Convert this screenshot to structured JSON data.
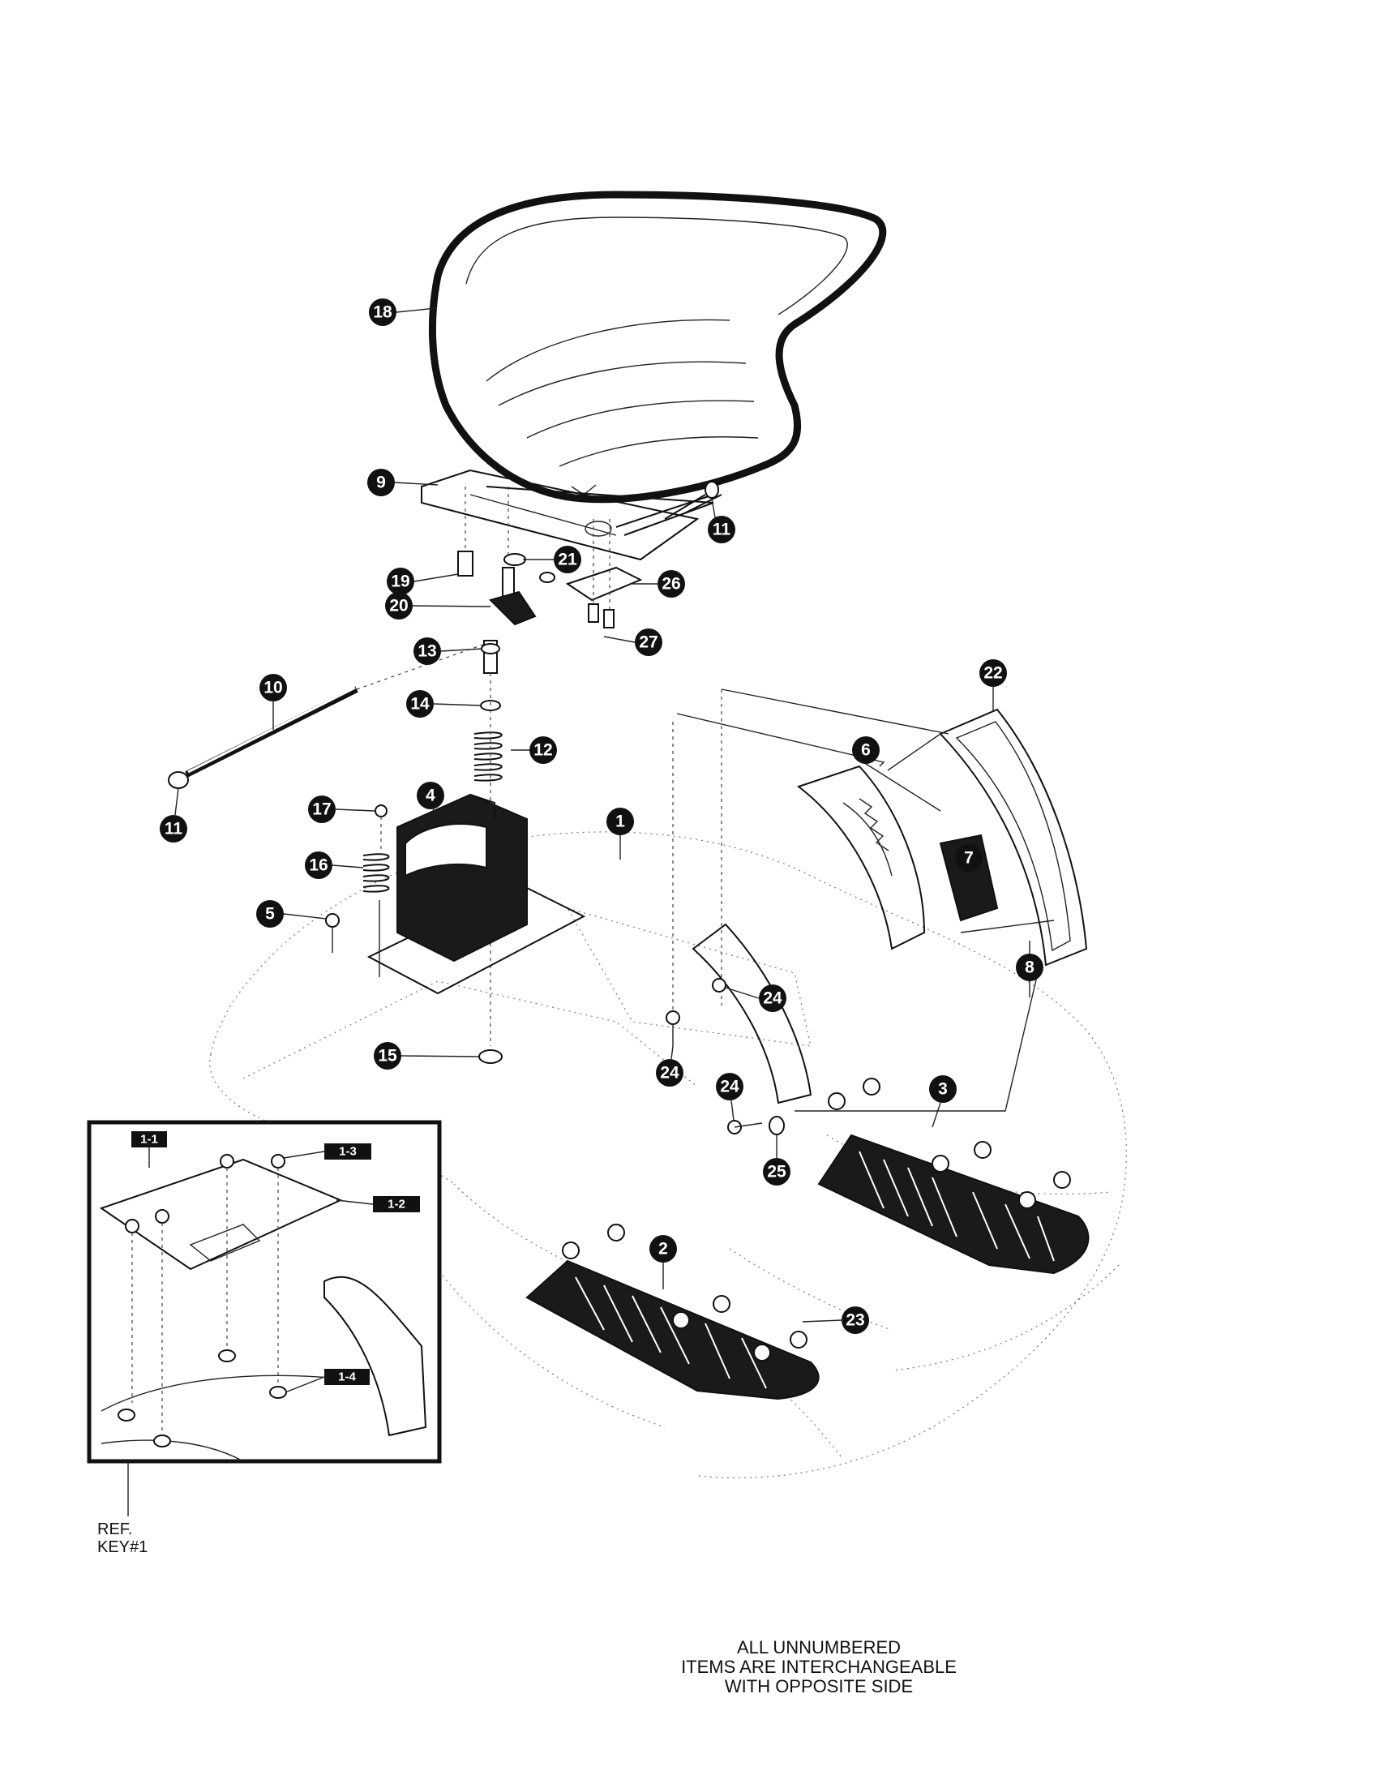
{
  "callouts": [
    {
      "id": "c18",
      "label": "18"
    },
    {
      "id": "c9",
      "label": "9"
    },
    {
      "id": "c11a",
      "label": "11"
    },
    {
      "id": "c21",
      "label": "21"
    },
    {
      "id": "c19",
      "label": "19"
    },
    {
      "id": "c26",
      "label": "26"
    },
    {
      "id": "c20",
      "label": "20"
    },
    {
      "id": "c27",
      "label": "27"
    },
    {
      "id": "c13",
      "label": "13"
    },
    {
      "id": "c10",
      "label": "10"
    },
    {
      "id": "c14",
      "label": "14"
    },
    {
      "id": "c12",
      "label": "12"
    },
    {
      "id": "c11b",
      "label": "11"
    },
    {
      "id": "c17",
      "label": "17"
    },
    {
      "id": "c4",
      "label": "4"
    },
    {
      "id": "c1",
      "label": "1"
    },
    {
      "id": "c16",
      "label": "16"
    },
    {
      "id": "c5",
      "label": "5"
    },
    {
      "id": "c15",
      "label": "15"
    },
    {
      "id": "c22",
      "label": "22"
    },
    {
      "id": "c6",
      "label": "6"
    },
    {
      "id": "c7",
      "label": "7"
    },
    {
      "id": "c8",
      "label": "8"
    },
    {
      "id": "c24a",
      "label": "24"
    },
    {
      "id": "c24b",
      "label": "24"
    },
    {
      "id": "c24c",
      "label": "24"
    },
    {
      "id": "c3",
      "label": "3"
    },
    {
      "id": "c25",
      "label": "25"
    },
    {
      "id": "c2",
      "label": "2"
    },
    {
      "id": "c23",
      "label": "23"
    }
  ],
  "inset_tags": [
    "1-1",
    "1-3",
    "1-2",
    "1-4"
  ],
  "ref_note": {
    "line1": "REF.",
    "line2": "KEY#1"
  },
  "footer_note": {
    "line1": "ALL UNNUMBERED",
    "line2": "ITEMS ARE INTERCHANGEABLE",
    "line3": "WITH OPPOSITE SIDE"
  }
}
